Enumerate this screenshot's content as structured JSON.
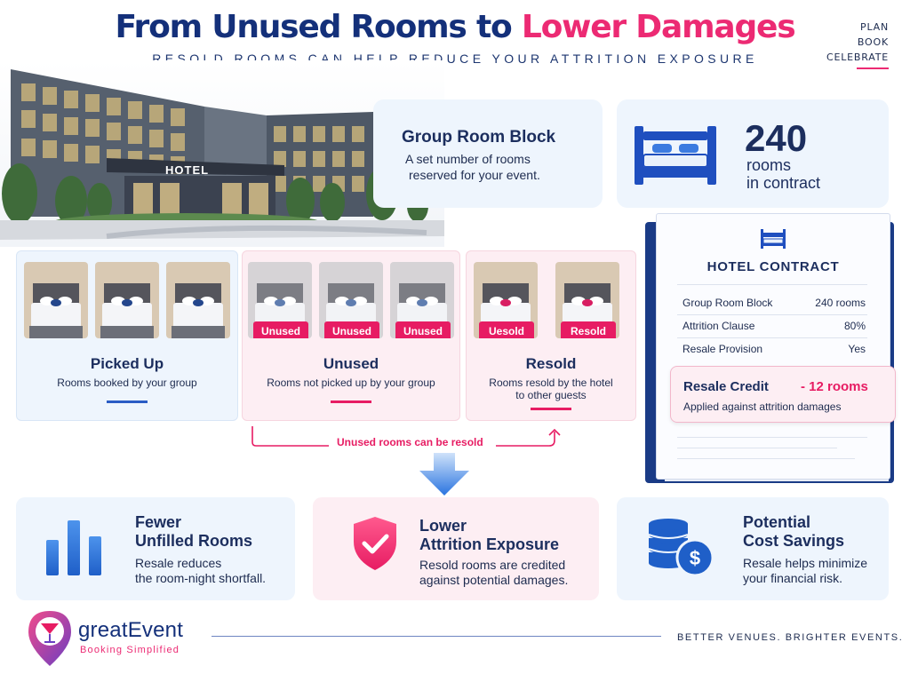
{
  "header": {
    "title_part1": "From Unused Rooms to",
    "title_part2": "Lower Damages",
    "subtitle": "RESOLD ROOMS CAN HELP REDUCE YOUR ATTRITION EXPOSURE",
    "nav": [
      "PLAN",
      "BOOK",
      "CELEBRATE"
    ]
  },
  "hotel": {
    "sign": "HOTEL"
  },
  "group_block": {
    "title": "Group Room Block",
    "desc_line1": "A set number of rooms",
    "desc_line2": "reserved for your event."
  },
  "contract_summary": {
    "count": "240",
    "label_line1": "rooms",
    "label_line2": "in contract"
  },
  "categories": {
    "picked": {
      "title": "Picked Up",
      "desc": "Rooms booked by your group"
    },
    "unused": {
      "title": "Unused",
      "desc": "Rooms not picked up by your group",
      "tags": [
        "Unused",
        "Unused",
        "Unused"
      ]
    },
    "resold": {
      "title": "Resold",
      "desc_line1": "Rooms resold by the hotel",
      "desc_line2": "to other guests",
      "tags": [
        "Uesold",
        "Resold"
      ]
    }
  },
  "resell_note": "Unused rooms can be resold",
  "contract": {
    "title": "HOTEL CONTRACT",
    "rows": [
      {
        "label": "Group Room Block",
        "value": "240 rooms"
      },
      {
        "label": "Attrition Clause",
        "value": "80%"
      },
      {
        "label": "Resale Provision",
        "value": "Yes"
      }
    ],
    "credit": {
      "label": "Resale Credit",
      "value": "- 12 rooms",
      "desc": "Applied against attrition damages"
    }
  },
  "benefits": [
    {
      "title_line1": "Fewer",
      "title_line2": "Unfilled Rooms",
      "desc_line1": "Resale reduces",
      "desc_line2": "the room-night shortfall."
    },
    {
      "title_line1": "Lower",
      "title_line2": "Attrition Exposure",
      "desc_line1": "Resold rooms are credited",
      "desc_line2": "against potential damages."
    },
    {
      "title_line1": "Potential",
      "title_line2": "Cost Savings",
      "desc_line1": "Resale helps minimize",
      "desc_line2": "your financial risk."
    }
  ],
  "footer": {
    "brand": "greatEvent",
    "brand_sub": "Booking Simplified",
    "tagline": "BETTER VENUES. BRIGHTER EVENTS."
  },
  "colors": {
    "navy": "#14307a",
    "pink": "#ec2a73",
    "blue": "#2a6ed8"
  }
}
